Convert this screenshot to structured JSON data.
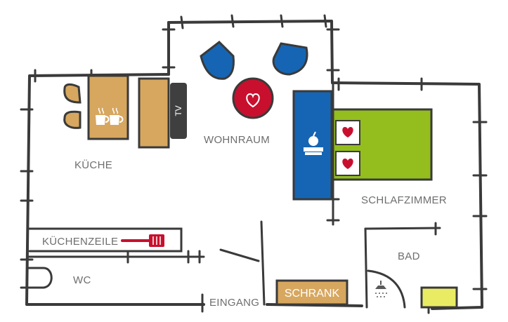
{
  "rooms": {
    "kitchen": "KÜCHE",
    "living": "WOHNRAUM",
    "bedroom": "SCHLAFZIMMER",
    "kitchenette": "KÜCHENZEILE",
    "wc": "WC",
    "bath": "BAD",
    "entrance": "EINGANG"
  },
  "furniture": {
    "tv": "TV",
    "wardrobe": "SCHRANK"
  },
  "colors": {
    "blue": "#1565b4",
    "red": "#c8102e",
    "green": "#93be1e",
    "wood": "#d7a75f",
    "yellow": "#e9ec63"
  },
  "icons": [
    "coffee-cups-icon",
    "tv-icon",
    "heart-icon",
    "apple-book-icon",
    "spatula-icon",
    "shower-icon"
  ]
}
